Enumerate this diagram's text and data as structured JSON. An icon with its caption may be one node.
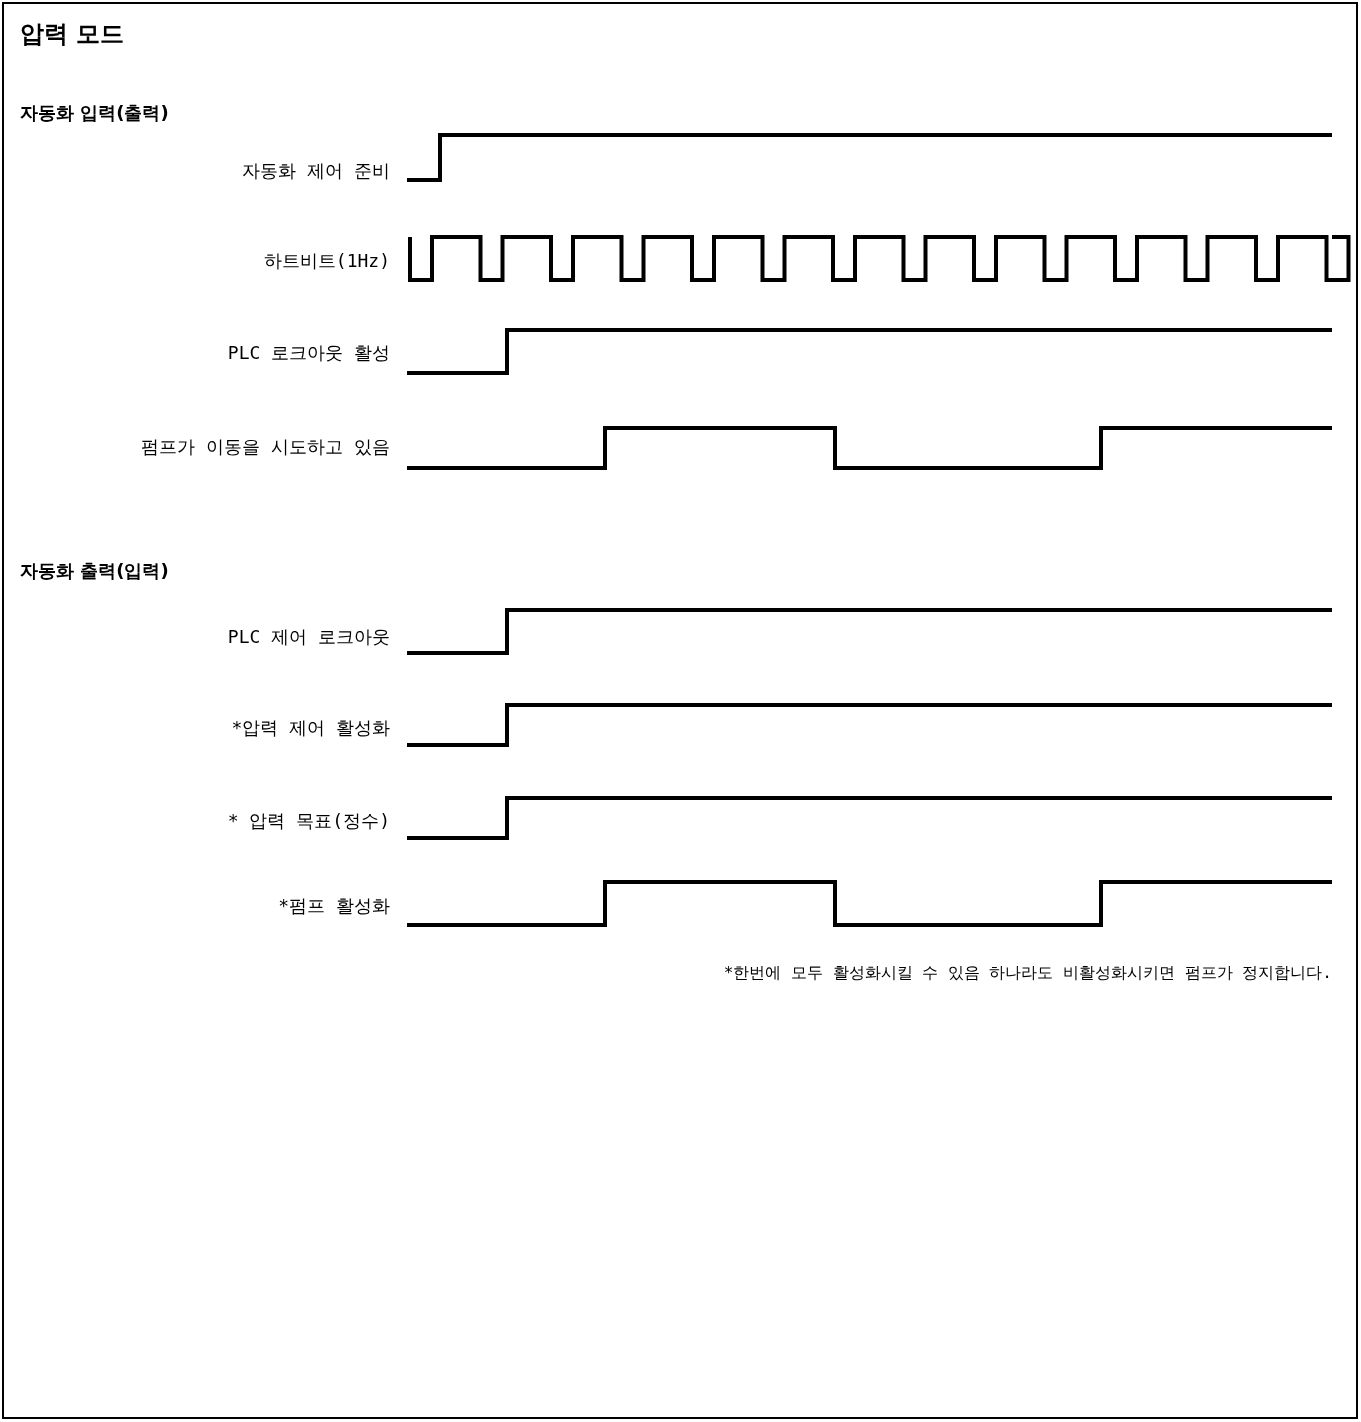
{
  "diagram": {
    "title": "압력 모드",
    "labels": [
      "자동화 입력(출력)",
      "자동화 제어 준비",
      "하트비트(1Hz)",
      "PLC 로크아웃 활성",
      "펌프가 이동을 시도하고 있음",
      "자동화 출력(입력)",
      "PLC 제어 로크아웃",
      "*압력 제어 활성화",
      "* 압력 목표(정수)",
      "*펌프 활성화",
      "*한번에 모두 활성화시킬 수 있음 하나라도 비활성화시키면 펌프가 정지합니다."
    ]
  }
}
